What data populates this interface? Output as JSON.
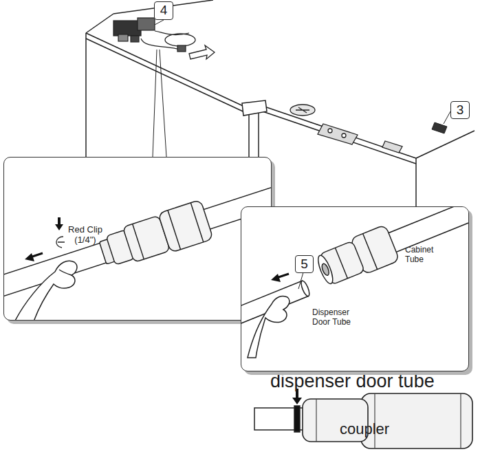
{
  "diagram": {
    "nodes": [
      {
        "text": [
          "4"
        ]
      },
      {
        "text": [
          "3"
        ]
      },
      {
        "text": [
          "Red Clip (1/4\")"
        ]
      },
      {
        "text": [
          "Cabinet Tube",
          "Dispenser Door Tube"
        ]
      },
      {
        "text": [
          "5"
        ],
        "in": 3
      },
      {
        "text": [
          "coupler"
        ]
      }
    ],
    "labels": [
      "dispenser door tube"
    ]
  }
}
